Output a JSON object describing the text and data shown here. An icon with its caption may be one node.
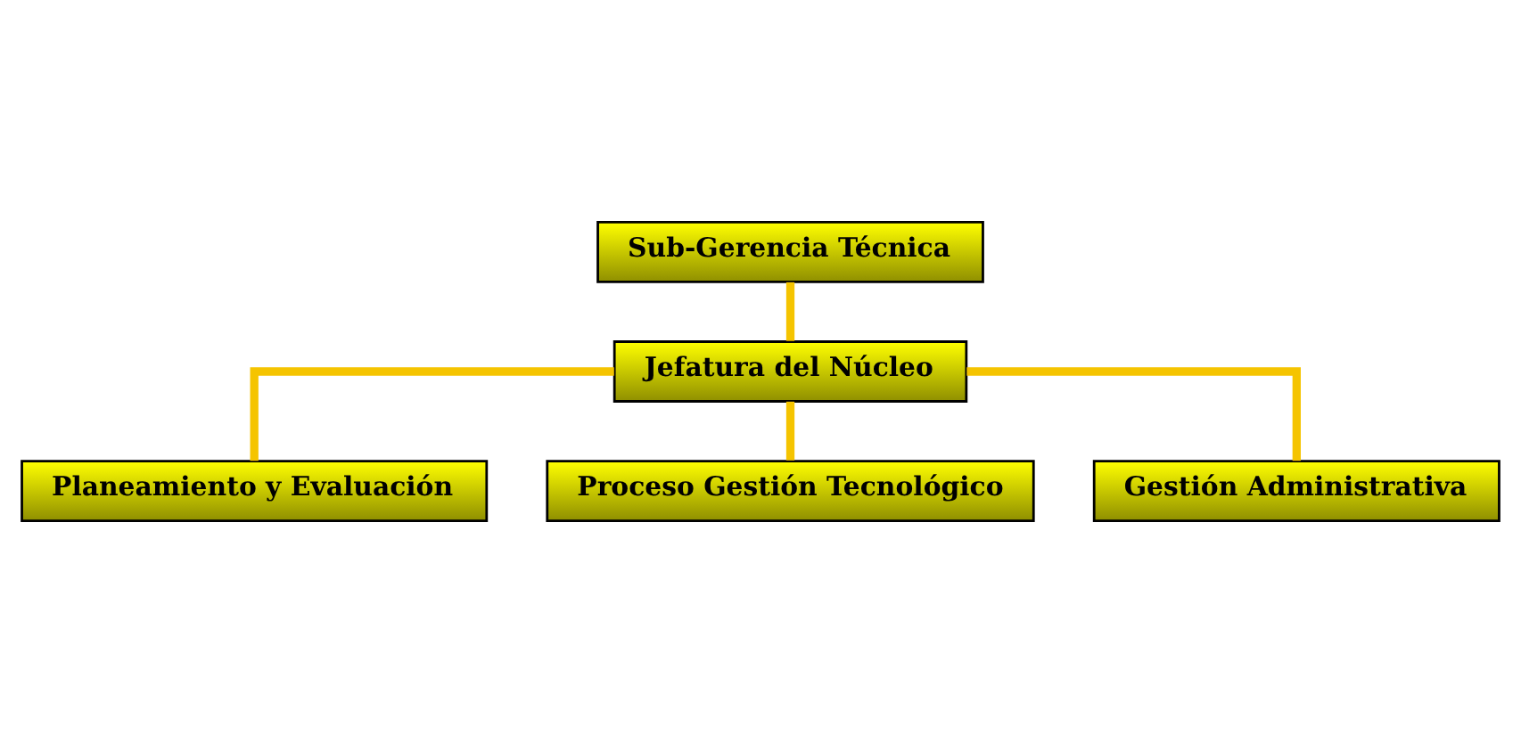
{
  "diagram": {
    "nodes": [
      {
        "text": [
          "Sub-Gerencia Técnica"
        ]
      },
      {
        "text": [
          "Jefatura del Núcleo"
        ]
      },
      {
        "text": [
          "Planeamiento y Evaluación"
        ]
      },
      {
        "text": [
          "Proceso Gestión Tecnológico"
        ]
      },
      {
        "text": [
          "Gestión Administrativa"
        ]
      }
    ],
    "edges": [
      {
        "from": 0,
        "to": 1,
        "arrow": "none"
      },
      {
        "from": 1,
        "to": 2,
        "arrow": "none"
      },
      {
        "from": 1,
        "to": 3,
        "arrow": "none"
      },
      {
        "from": 1,
        "to": 4,
        "arrow": "none"
      }
    ]
  }
}
